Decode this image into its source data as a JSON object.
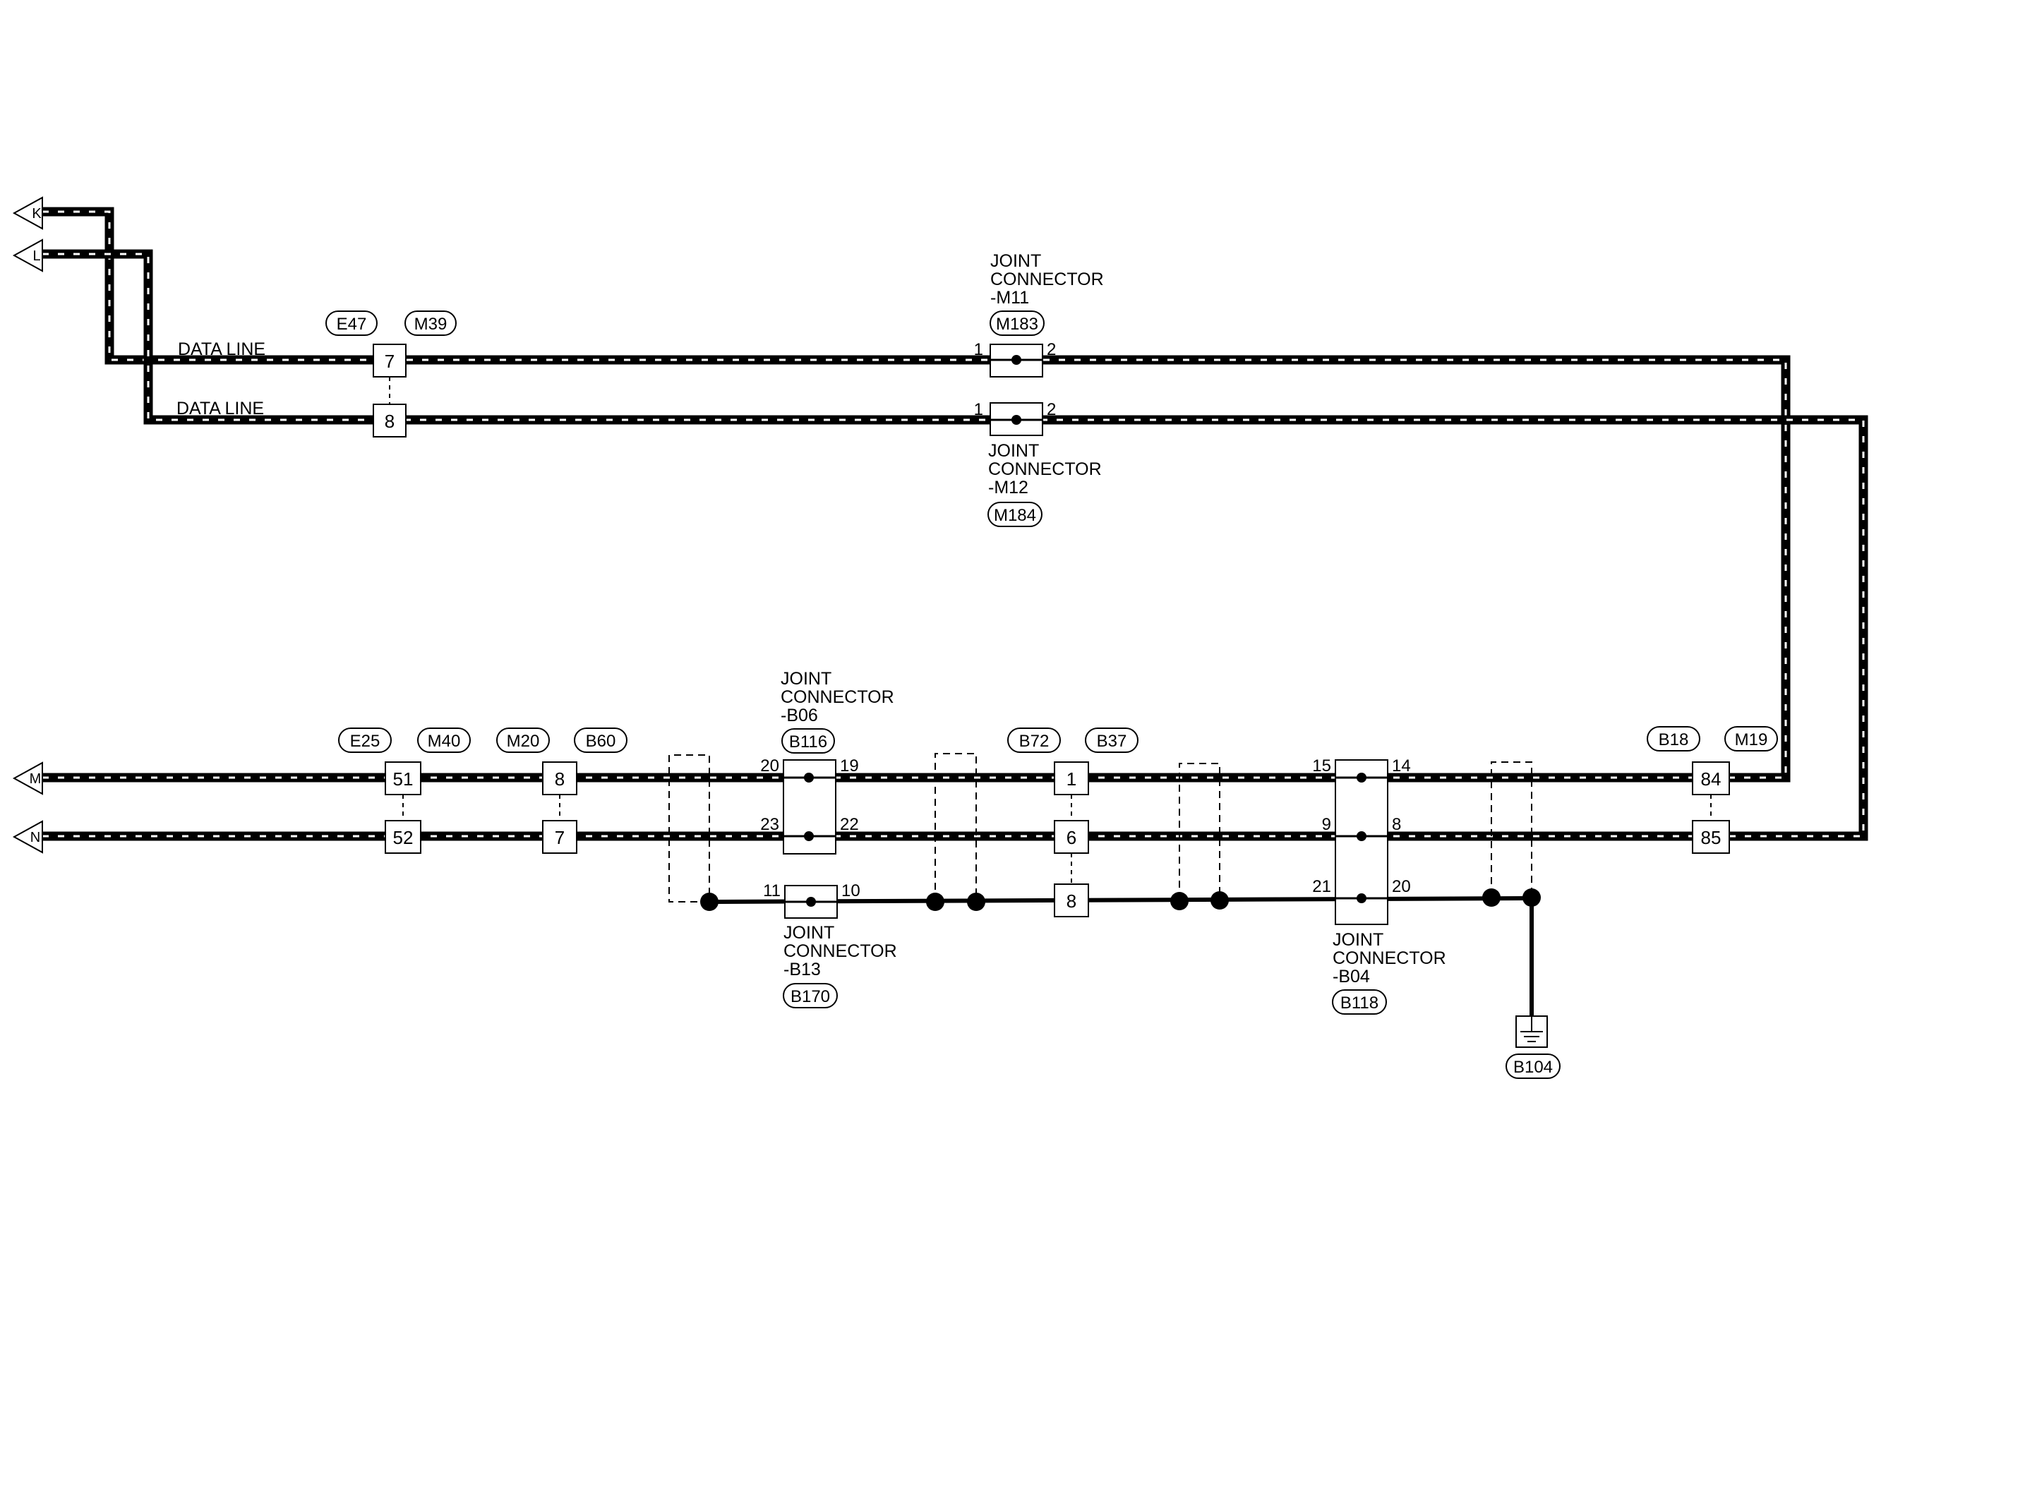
{
  "arrows": {
    "K": "K",
    "L": "L",
    "M": "M",
    "N": "N"
  },
  "data_line_labels": {
    "k": "DATA LINE",
    "l": "DATA LINE"
  },
  "harness_connectors": {
    "e47": "E47",
    "m39": "M39",
    "e25": "E25",
    "m40": "M40",
    "m20": "M20",
    "b60": "B60",
    "b72": "B72",
    "b37": "B37",
    "b18": "B18",
    "m19": "M19"
  },
  "terminals": {
    "e47_k": "7",
    "e47_l": "8",
    "e25_m": "51",
    "e25_n": "52",
    "m20_m": "8",
    "m20_n": "7",
    "b72_m": "1",
    "b72_n": "6",
    "b72_s": "8",
    "b18_m": "84",
    "b18_n": "85"
  },
  "joint_m11": {
    "title_line1": "JOINT",
    "title_line2": "CONNECTOR",
    "title_line3": "-M11",
    "connector": "M183",
    "pin_left": "1",
    "pin_right": "2"
  },
  "joint_m12": {
    "title_line1": "JOINT",
    "title_line2": "CONNECTOR",
    "title_line3": "-M12",
    "connector": "M184",
    "pin_left": "1",
    "pin_right": "2"
  },
  "joint_b06": {
    "title_line1": "JOINT",
    "title_line2": "CONNECTOR",
    "title_line3": "-B06",
    "connector": "B116",
    "pin_m_left": "20",
    "pin_m_right": "19",
    "pin_n_left": "23",
    "pin_n_right": "22"
  },
  "joint_b13": {
    "title_line1": "JOINT",
    "title_line2": "CONNECTOR",
    "title_line3": "-B13",
    "connector": "B170",
    "pin_left": "11",
    "pin_right": "10"
  },
  "joint_b04": {
    "title_line1": "JOINT",
    "title_line2": "CONNECTOR",
    "title_line3": "-B04",
    "connector": "B118",
    "pin_m_left": "15",
    "pin_m_right": "14",
    "pin_n_left": "9",
    "pin_n_right": "8",
    "pin_s_left": "21",
    "pin_s_right": "20"
  },
  "ground": {
    "connector": "B104"
  },
  "colors": {
    "wire": "#000000",
    "stripe": "#ffffff",
    "background": "#ffffff"
  }
}
